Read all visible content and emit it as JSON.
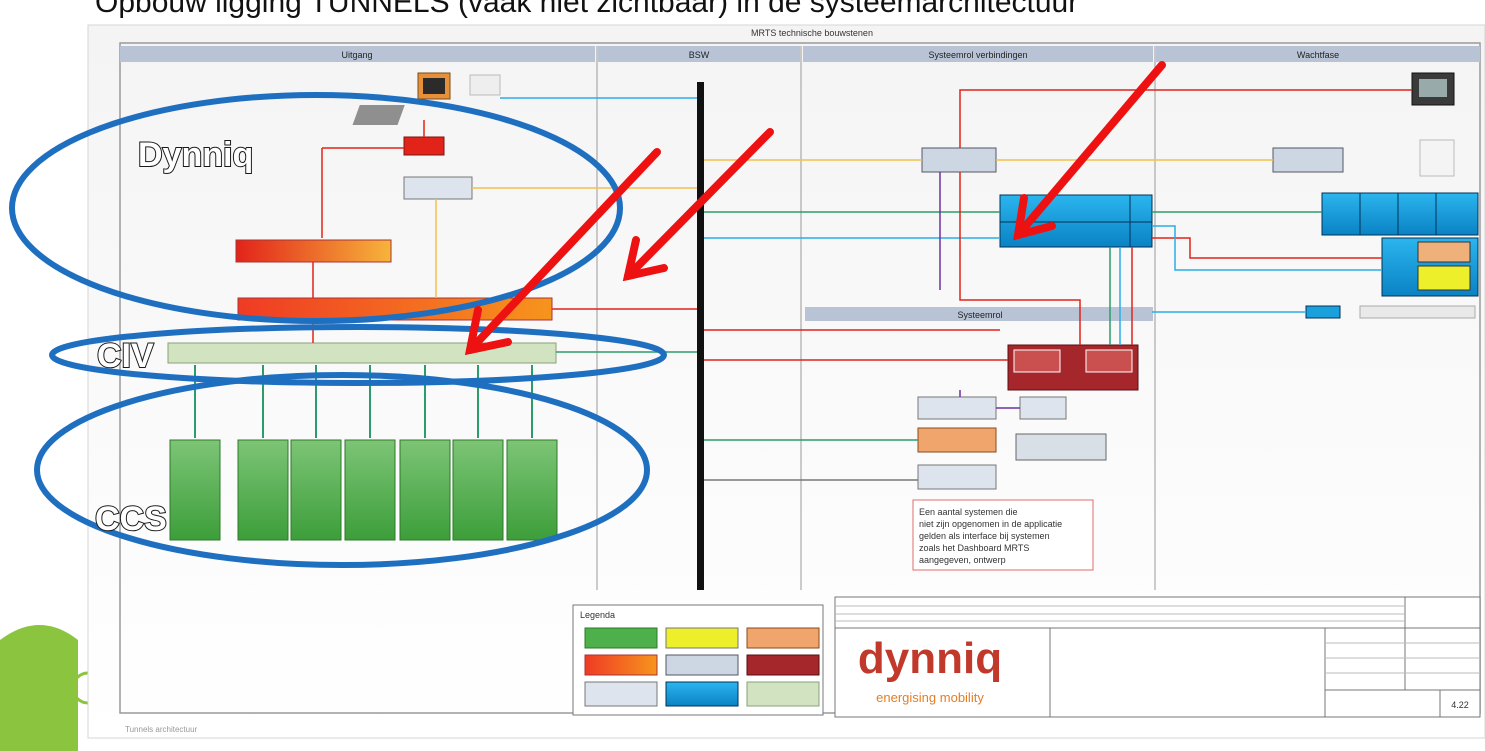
{
  "page": {
    "top_caption": "Opbouw ligging TUNNELS (vaak niet zichtbaar) in de systeemarchitectuur"
  },
  "diagram": {
    "title": "MRTS technische bouwstenen",
    "lanes": [
      "Uitgang",
      "BSW",
      "Systeemrol verbindingen",
      "Wachtfase"
    ],
    "lane_sub_header": "Systeemrol",
    "overlay_labels": {
      "dynniq": "Dynniq",
      "civ": "CIV",
      "ccs": "CCS"
    },
    "legend_title": "Legenda",
    "logo_text": "dynniq",
    "logo_tagline": "energising mobility",
    "note_lines": [
      "Een aantal systemen die",
      "niet zijn opgenomen in de applicatie",
      "gelden als interface bij systemen",
      "zoals het Dashboard MRTS",
      "aangegeven, ontwerp"
    ],
    "footer_left": "Tunnels architectuur",
    "page_number": "4.22"
  },
  "colors": {
    "overlay_ellipse": "#1f6fc0",
    "arrow": "#ee1111",
    "frame": "#9a9a9a",
    "bus": "#111111",
    "ccs_block": "#4db04a",
    "civ_bar": "#d2e3c2",
    "blue_box": "#1aa0dd",
    "dark_red_box": "#a5262b",
    "logo_text": "#c0392b",
    "logo_tagline": "#e67e22"
  }
}
